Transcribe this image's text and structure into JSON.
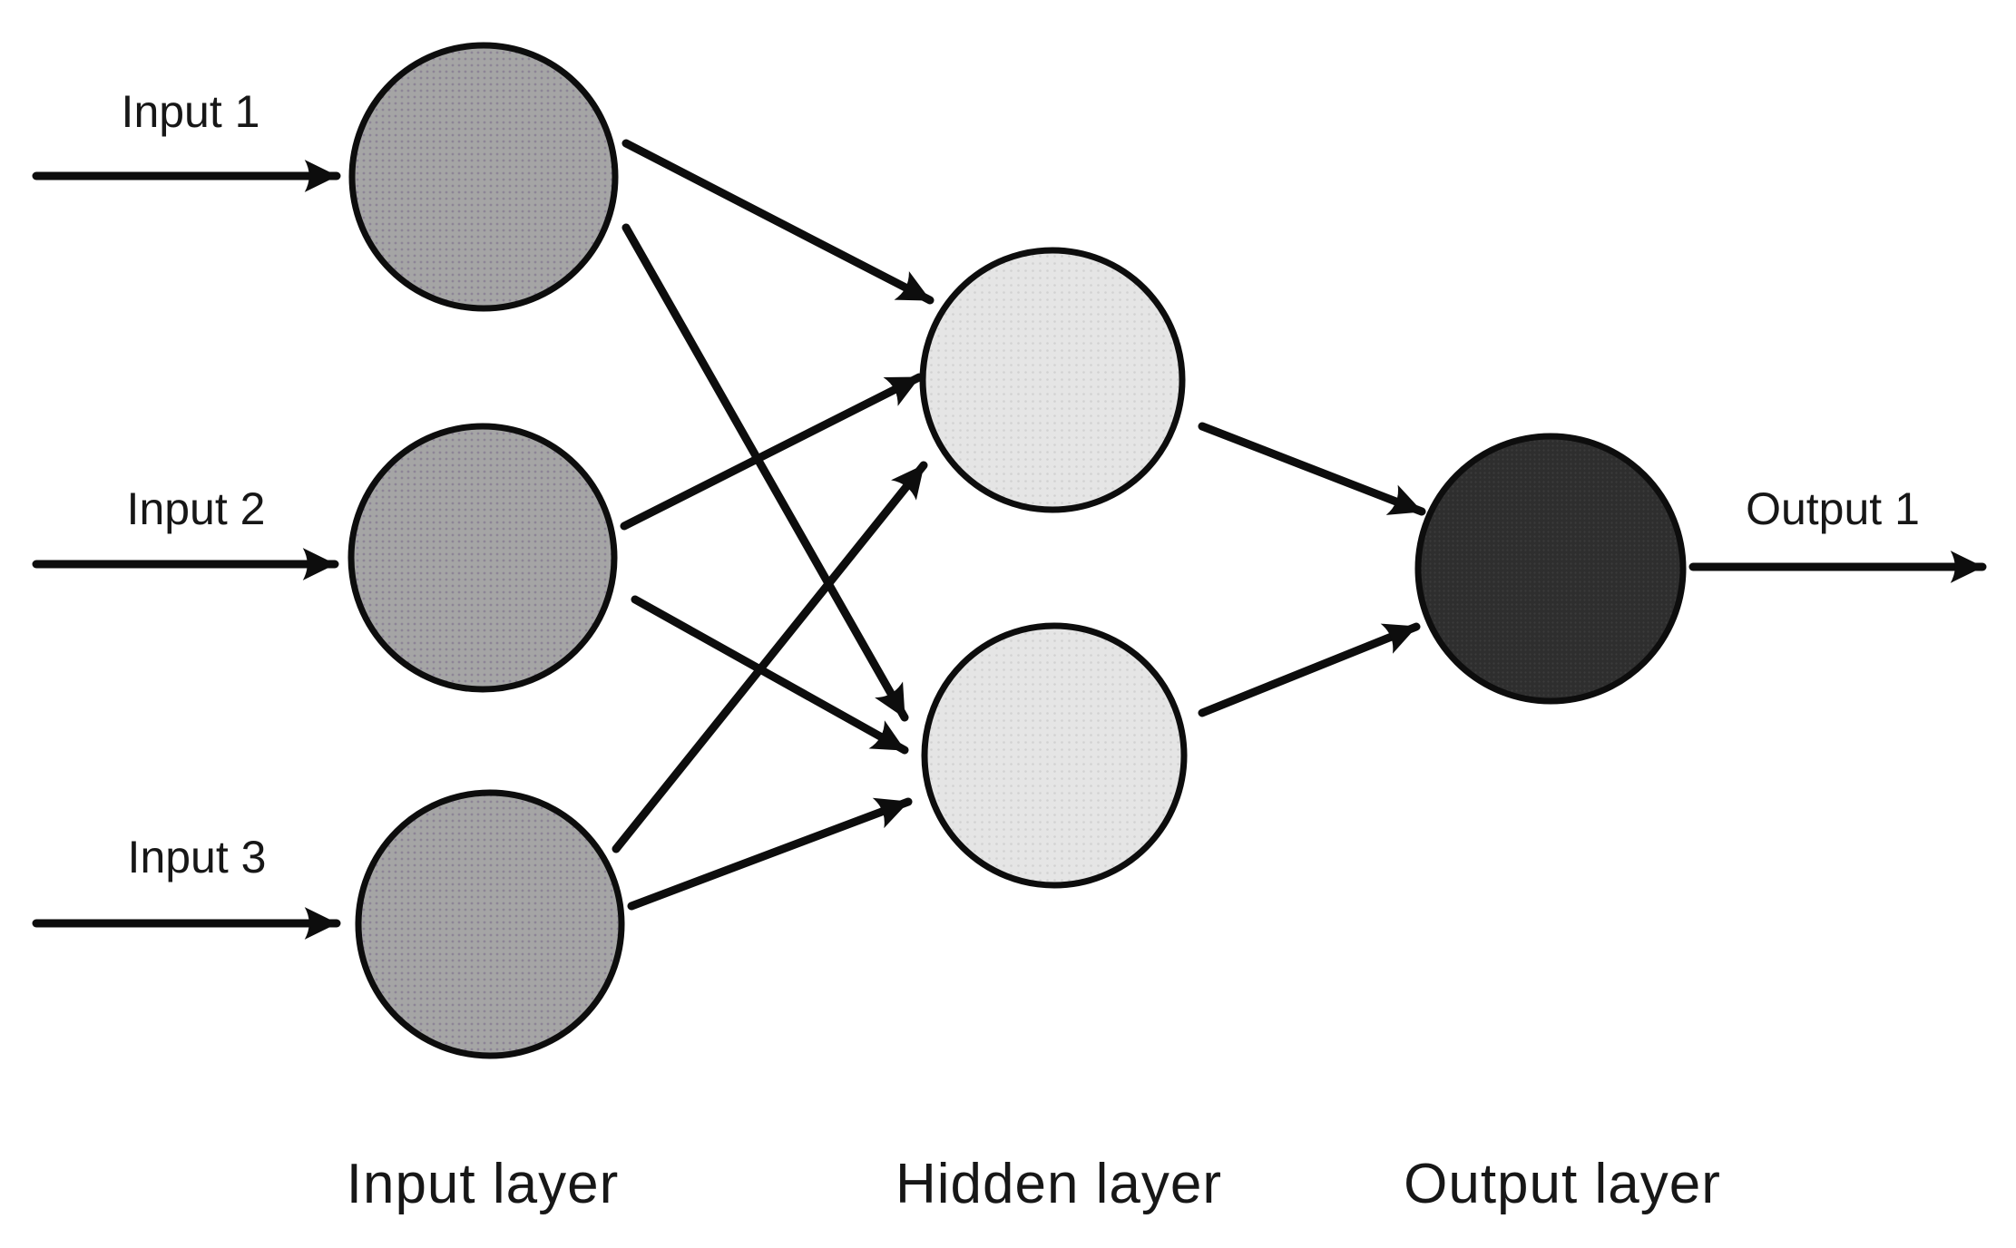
{
  "labels": {
    "input_1": "Input 1",
    "input_2": "Input 2",
    "input_3": "Input 3",
    "output_1": "Output 1"
  },
  "network": {
    "layers": [
      {
        "id": "input",
        "label": "Input layer",
        "node_count": 3
      },
      {
        "id": "hidden",
        "label": "Hidden layer",
        "node_count": 2
      },
      {
        "id": "output",
        "label": "Output layer",
        "node_count": 1
      }
    ],
    "connections": [
      {
        "from": "input-1",
        "to": "hidden-1"
      },
      {
        "from": "input-1",
        "to": "hidden-2"
      },
      {
        "from": "input-2",
        "to": "hidden-1"
      },
      {
        "from": "input-2",
        "to": "hidden-2"
      },
      {
        "from": "input-3",
        "to": "hidden-1"
      },
      {
        "from": "input-3",
        "to": "hidden-2"
      },
      {
        "from": "hidden-1",
        "to": "output-1"
      },
      {
        "from": "hidden-2",
        "to": "output-1"
      }
    ]
  },
  "colors": {
    "background": "#ffffff",
    "outline": "#0d0d0d",
    "arrow": "#0d0d0d",
    "text": "#171717",
    "input_node_fill": "#a5a5a5",
    "input_node_dot": "#8d8596",
    "hidden_node_fill": "#e5e5e5",
    "hidden_node_dot": "#d2d2d2",
    "output_node_fill": "#2e2e2e",
    "output_node_dot": "#3b3b3b"
  }
}
